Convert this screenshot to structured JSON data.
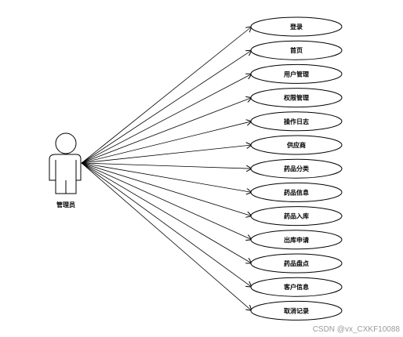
{
  "actor": {
    "label": "管理员"
  },
  "use_cases": [
    {
      "label": "登录"
    },
    {
      "label": "首页"
    },
    {
      "label": "用户管理"
    },
    {
      "label": "权限管理"
    },
    {
      "label": "操作日志"
    },
    {
      "label": "供应商"
    },
    {
      "label": "药品分类"
    },
    {
      "label": "药品信息"
    },
    {
      "label": "药品入库"
    },
    {
      "label": "出库申请"
    },
    {
      "label": "药品盘点"
    },
    {
      "label": "客户信息"
    },
    {
      "label": "取消记录"
    }
  ],
  "watermark": "CSDN @vx_CXKF10088"
}
